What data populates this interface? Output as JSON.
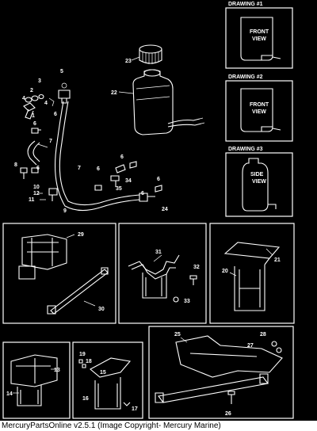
{
  "caption": "MercuryPartsOnline v2.5.1 (Image Copyright- Mercury Marine)",
  "drawings": [
    {
      "title": "DRAWING #1",
      "view": [
        "FRONT",
        "VIEW"
      ]
    },
    {
      "title": "DRAWING #2",
      "view": [
        "FRONT",
        "VIEW"
      ]
    },
    {
      "title": "DRAWING #3",
      "view": [
        "SIDE",
        "VIEW"
      ]
    }
  ],
  "callouts": {
    "top": [
      "1",
      "2",
      "3",
      "4",
      "5",
      "6",
      "6",
      "6",
      "7",
      "7",
      "8",
      "6",
      "9",
      "10",
      "12",
      "11",
      "6",
      "34",
      "35",
      "6",
      "24",
      "22",
      "23"
    ],
    "p29": [
      "29",
      "30"
    ],
    "p31": [
      "31",
      "32",
      "33"
    ],
    "p20": [
      "20",
      "21"
    ],
    "p13": [
      "13",
      "14"
    ],
    "p15": [
      "19",
      "18",
      "15",
      "16",
      "17"
    ],
    "p25": [
      "25",
      "28",
      "27",
      "26"
    ]
  }
}
